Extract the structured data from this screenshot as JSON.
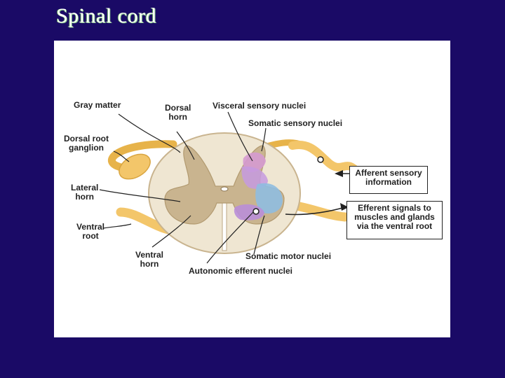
{
  "slide": {
    "title": "Spinal cord"
  },
  "labels": {
    "gray_matter": "Gray matter",
    "dorsal_horn": [
      "Dorsal",
      "horn"
    ],
    "visceral_sensory_nuclei": "Visceral sensory nuclei",
    "somatic_sensory_nuclei": "Somatic sensory nuclei",
    "dorsal_root_ganglion": [
      "Dorsal root",
      "ganglion"
    ],
    "lateral_horn": [
      "Lateral",
      "horn"
    ],
    "ventral_root": [
      "Ventral",
      "root"
    ],
    "ventral_horn": [
      "Ventral",
      "horn"
    ],
    "somatic_motor_nuclei": "Somatic motor nuclei",
    "autonomic_efferent_nuclei": "Autonomic efferent nuclei",
    "afferent_box": [
      "Afferent sensory",
      "information"
    ],
    "efferent_box": [
      "Efferent signals to",
      "muscles and glands",
      "via the ventral root"
    ]
  },
  "colors": {
    "background": "#1a0a66",
    "white_matter": "#efe6d2",
    "gray_matter": "#c9b48f",
    "nerve": "#f3c66a",
    "visceral_sensory": "#d59ad0",
    "somatic_sensory": "#c59ae0",
    "somatic_motor": "#8fbce0",
    "autonomic_efferent": "#b98ed8"
  }
}
